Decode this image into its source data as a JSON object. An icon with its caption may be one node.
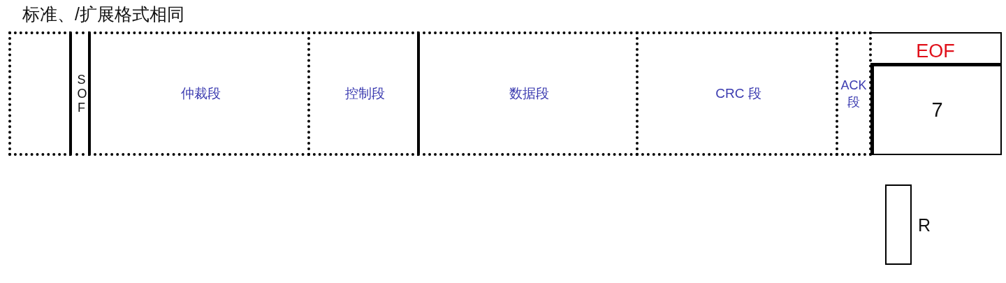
{
  "diagram": {
    "title": "标准、/扩展格式相同",
    "nodes": [
      {
        "text": [],
        "shape": "box"
      },
      {
        "text": [
          "SOF"
        ]
      },
      {
        "text": [
          "仲裁段"
        ]
      },
      {
        "text": [
          "控制段"
        ]
      },
      {
        "text": [
          "数据段"
        ]
      },
      {
        "text": [
          "CRC 段"
        ]
      },
      {
        "text": [
          "ACK 段"
        ]
      },
      {
        "text": [
          "EOF",
          "7"
        ]
      },
      {
        "text": [],
        "shape": "box",
        "beside": [
          "R"
        ]
      }
    ]
  }
}
